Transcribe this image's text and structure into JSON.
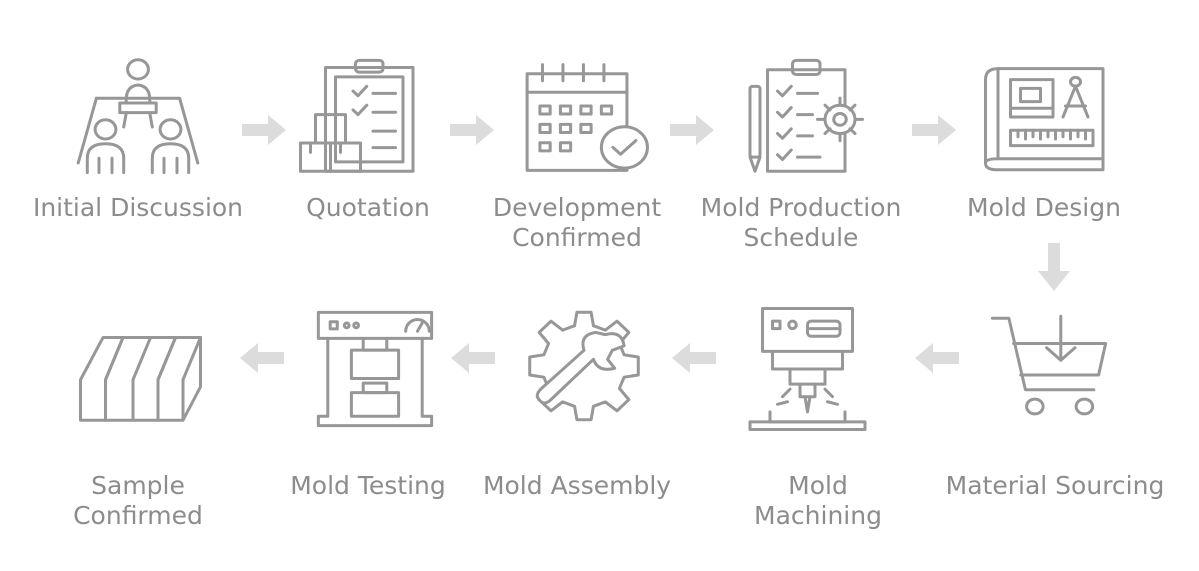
{
  "colors": {
    "icon_stroke": "#979797",
    "label_text": "#8c8c8c",
    "arrow_fill": "#dcdcdc",
    "background": "#ffffff"
  },
  "steps": [
    {
      "icon": "meeting-people-icon",
      "lines": [
        "Initial Discussion"
      ]
    },
    {
      "icon": "clipboard-boxes-icon",
      "lines": [
        "Quotation"
      ]
    },
    {
      "icon": "calendar-check-icon",
      "lines": [
        "Development",
        "Confirmed"
      ]
    },
    {
      "icon": "schedule-gear-icon",
      "lines": [
        "Mold Production",
        "Schedule"
      ]
    },
    {
      "icon": "blueprint-icon",
      "lines": [
        "Mold Design"
      ]
    },
    {
      "icon": "shopping-cart-icon",
      "lines": [
        "Material Sourcing"
      ]
    },
    {
      "icon": "cnc-machine-icon",
      "lines": [
        "Mold",
        "Machining"
      ]
    },
    {
      "icon": "wrench-gear-icon",
      "lines": [
        "Mold Assembly"
      ]
    },
    {
      "icon": "press-machine-icon",
      "lines": [
        "Mold Testing"
      ]
    },
    {
      "icon": "mold-block-icon",
      "lines": [
        "Sample",
        "Confirmed"
      ]
    }
  ],
  "arrows": [
    {
      "from": 0,
      "to": 1,
      "direction": "right"
    },
    {
      "from": 1,
      "to": 2,
      "direction": "right"
    },
    {
      "from": 2,
      "to": 3,
      "direction": "right"
    },
    {
      "from": 3,
      "to": 4,
      "direction": "right"
    },
    {
      "from": 4,
      "to": 5,
      "direction": "down"
    },
    {
      "from": 5,
      "to": 6,
      "direction": "left"
    },
    {
      "from": 6,
      "to": 7,
      "direction": "left"
    },
    {
      "from": 7,
      "to": 8,
      "direction": "left"
    },
    {
      "from": 8,
      "to": 9,
      "direction": "left"
    }
  ]
}
